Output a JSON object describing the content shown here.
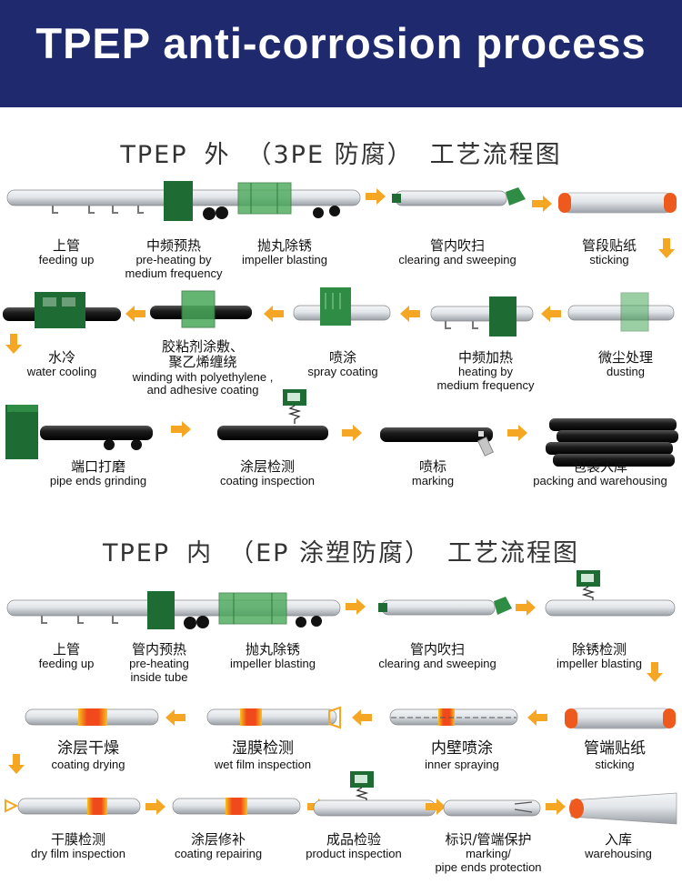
{
  "banner": {
    "title": "TPEP anti-corrosion process"
  },
  "section1": {
    "title_parts": [
      "TPEP",
      "外",
      "（3PE 防腐）",
      "工艺流程图"
    ],
    "steps": {
      "feeding": {
        "cn": "上管",
        "en": "feeding up"
      },
      "preheat": {
        "cn": "中频预热",
        "en1": "pre-heating by",
        "en2": "medium frequency"
      },
      "blasting": {
        "cn": "抛丸除锈",
        "en": "impeller blasting"
      },
      "clearing": {
        "cn": "管内吹扫",
        "en": "clearing and sweeping"
      },
      "sticking": {
        "cn": "管段贴纸",
        "en": "sticking"
      },
      "water": {
        "cn": "水冷",
        "en": "water cooling"
      },
      "winding": {
        "cn1": "胶粘剂涂敷、",
        "cn2": "聚乙烯缠绕",
        "en1": "winding with polyethylene ,",
        "en2": "and adhesive coating"
      },
      "spray": {
        "cn": "喷涂",
        "en": "spray coating"
      },
      "heating": {
        "cn": "中频加热",
        "en1": "heating by",
        "en2": "medium frequency"
      },
      "dusting": {
        "cn": "微尘处理",
        "en": "dusting"
      },
      "grinding": {
        "cn": "端口打磨",
        "en": "pipe ends grinding"
      },
      "inspection": {
        "cn": "涂层检测",
        "en": "coating inspection"
      },
      "marking": {
        "cn": "喷标",
        "en": "marking"
      },
      "packing": {
        "cn": "包装入库",
        "en": "packing and warehousing"
      }
    }
  },
  "section2": {
    "title_parts": [
      "TPEP",
      "内",
      "（EP 涂塑防腐）",
      "工艺流程图"
    ],
    "steps": {
      "feeding": {
        "cn": "上管",
        "en": "feeding up"
      },
      "preheat": {
        "cn": "管内预热",
        "en1": "pre-heating",
        "en2": "inside tube"
      },
      "blasting": {
        "cn": "抛丸除锈",
        "en": "impeller blasting"
      },
      "clearing": {
        "cn": "管内吹扫",
        "en": "clearing and sweeping"
      },
      "rustcheck": {
        "cn": "除锈检测",
        "en": "impeller blasting"
      },
      "drying": {
        "cn": "涂层干燥",
        "en": "coating drying"
      },
      "wetfilm": {
        "cn": "湿膜检测",
        "en": "wet film inspection"
      },
      "innerspray": {
        "cn": "内壁喷涂",
        "en": "inner spraying"
      },
      "endstick": {
        "cn": "管端贴纸",
        "en": "sticking"
      },
      "dryfilm": {
        "cn": "干膜检测",
        "en": "dry film inspection"
      },
      "repair": {
        "cn": "涂层修补",
        "en": "coating repairing"
      },
      "product": {
        "cn": "成品检验",
        "en": "product inspection"
      },
      "protect": {
        "cn": "标识/管端保护",
        "en1": "marking/",
        "en2": "pipe ends protection"
      },
      "warehouse": {
        "cn": "入库",
        "en": "warehousing"
      }
    }
  },
  "colors": {
    "banner": "#1f2a6e",
    "arrow": "#f5a623",
    "machine": "#1e6b34",
    "blaster": "#3c9a4a",
    "heat": "#e8401c",
    "pipe": "#d9dde2",
    "coated": "#1a1a1a"
  }
}
